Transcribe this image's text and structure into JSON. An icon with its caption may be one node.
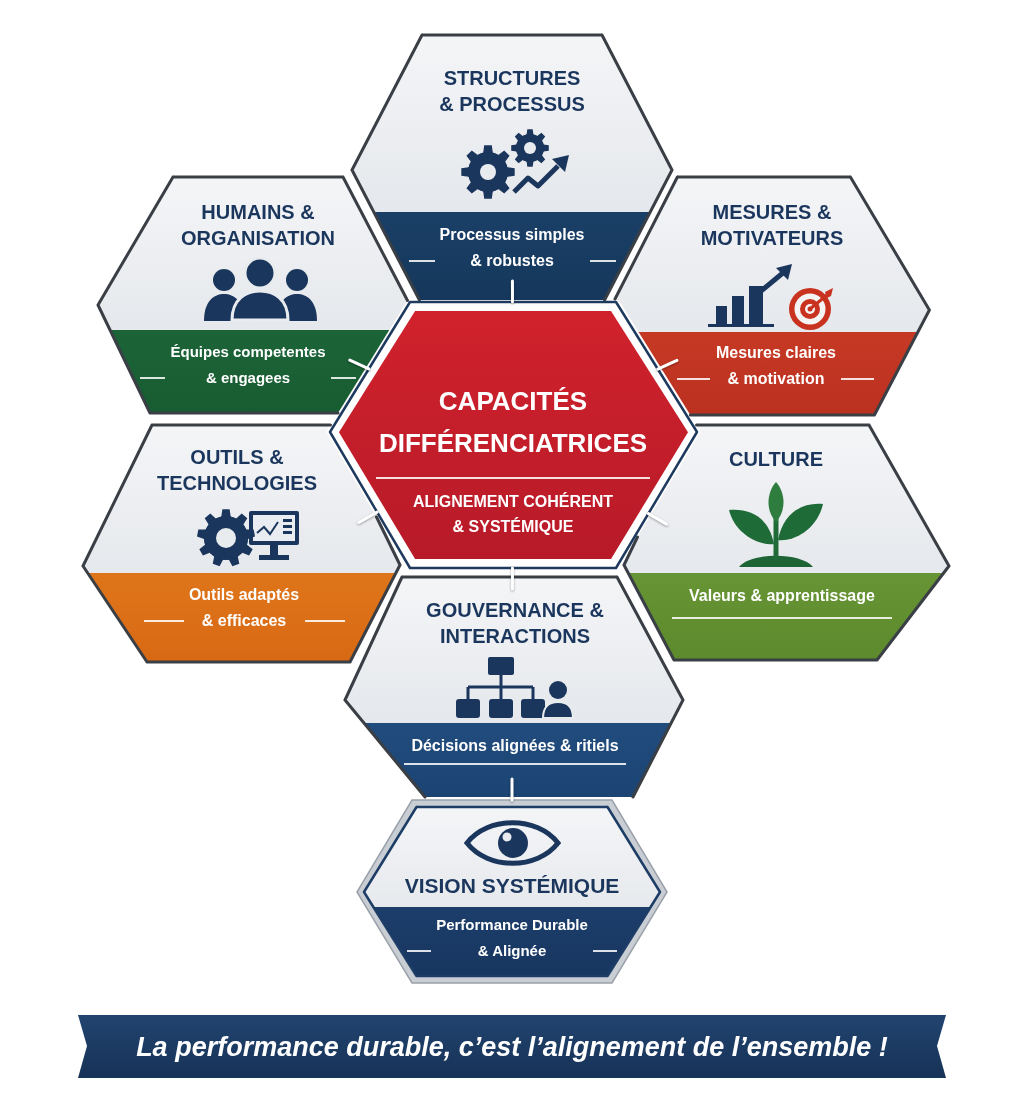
{
  "diagram": {
    "nodes": [
      {
        "text": [
          "STRUCTURES & PROCESSUS",
          "Processus simples & robustes"
        ]
      },
      {
        "text": [
          "HUMAINS & ORGANISATION",
          "Équipes competentes & engagees"
        ]
      },
      {
        "text": [
          "MESURES & MOTIVATEURS",
          "Mesures claires & motivation"
        ]
      },
      {
        "text": [
          "CAPACITÉS DIFFÉRENCIATRICES",
          "ALIGNEMENT COHÉRENT & SYSTÉMIQUE"
        ]
      },
      {
        "text": [
          "OUTILS & TECHNOLOGIES",
          "Outils adaptés & efficaces"
        ]
      },
      {
        "text": [
          "CULTURE",
          "Valeurs & apprentissage"
        ]
      },
      {
        "text": [
          "GOUVERNANCE & INTERACTIONS",
          "Décisions alignées & ritiels"
        ]
      },
      {
        "text": [
          "VISION SYSTÉMIQUE",
          "Performance Durable & Alignée"
        ]
      },
      {
        "text": [
          "La performance durable, c’est l’alignement de l’ensemble !"
        ]
      }
    ],
    "edges": [
      {
        "from": 3,
        "to": 0,
        "arrow": "none"
      },
      {
        "from": 3,
        "to": 1,
        "arrow": "none"
      },
      {
        "from": 3,
        "to": 2,
        "arrow": "none"
      },
      {
        "from": 3,
        "to": 4,
        "arrow": "none"
      },
      {
        "from": 3,
        "to": 5,
        "arrow": "none"
      },
      {
        "from": 3,
        "to": 6,
        "arrow": "none"
      },
      {
        "from": 6,
        "to": 7,
        "arrow": "none"
      }
    ]
  }
}
